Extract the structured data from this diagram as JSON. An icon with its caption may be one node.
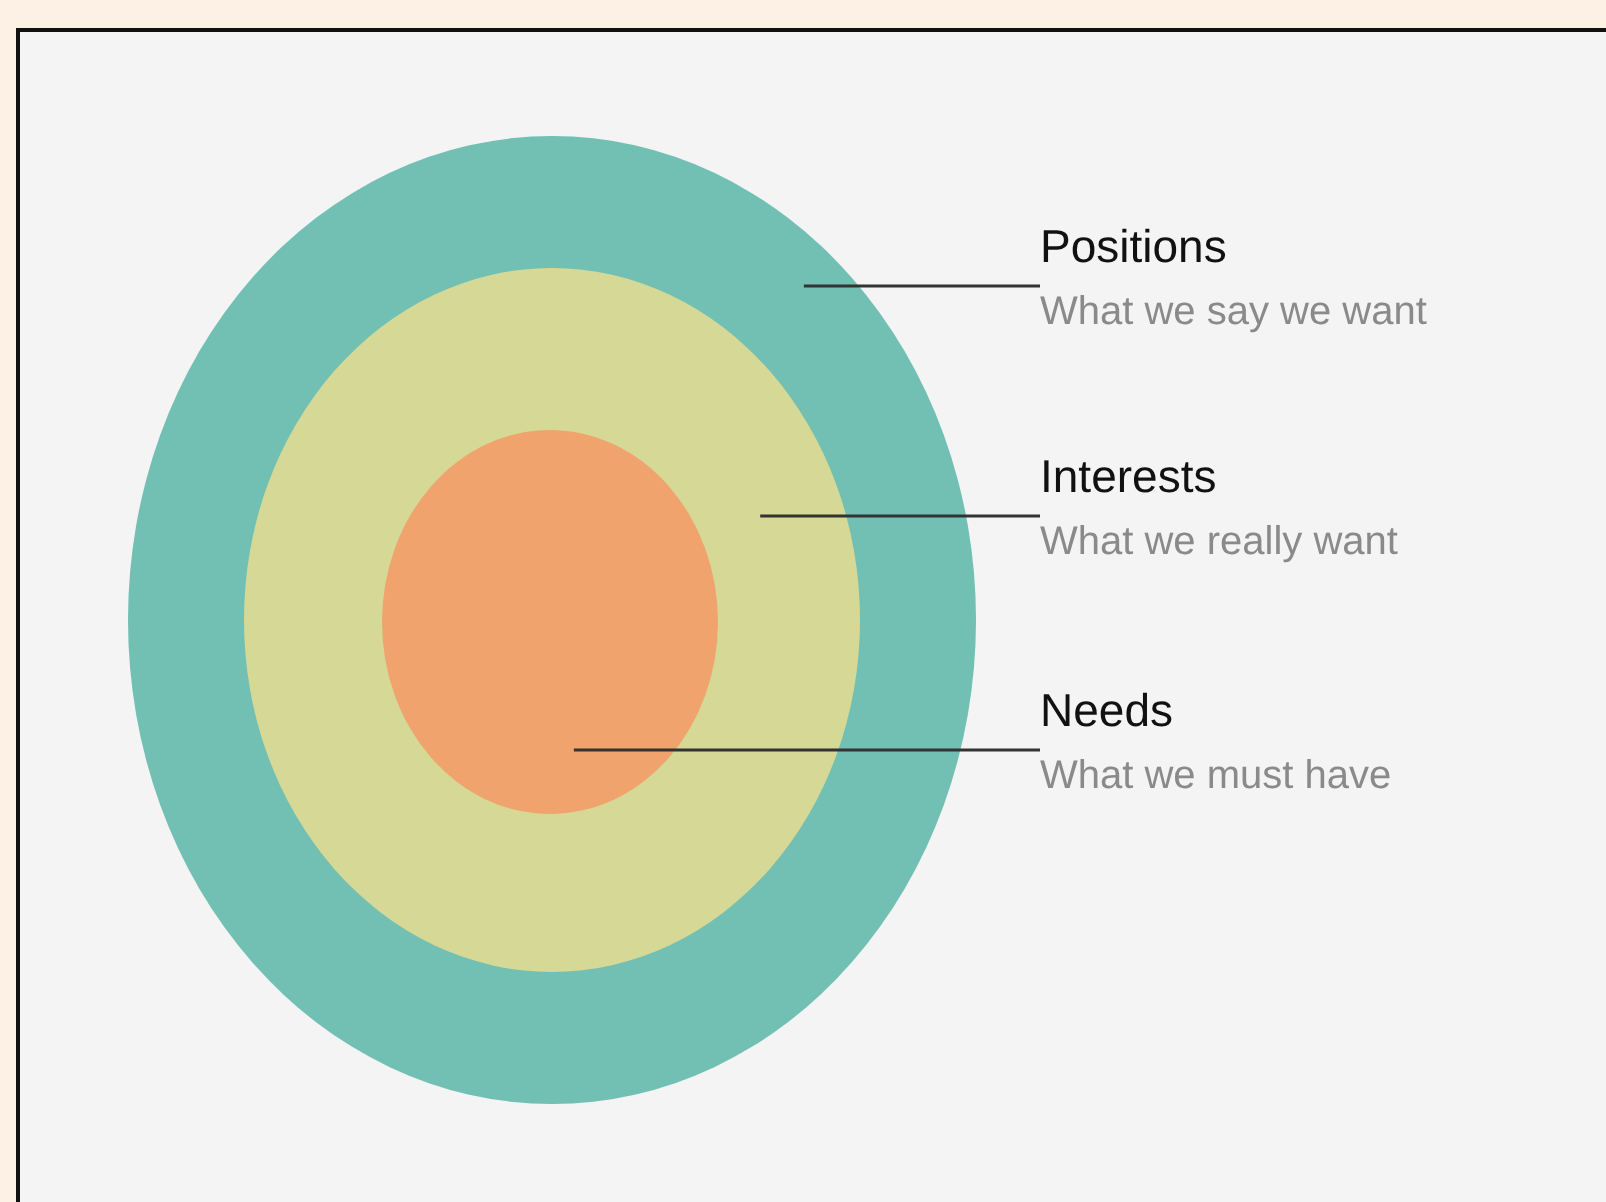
{
  "diagram": {
    "nodes": [
      {
        "text": [],
        "shape": "circle"
      },
      {
        "text": [],
        "shape": "circle",
        "in": 0
      },
      {
        "text": [],
        "shape": "circle",
        "in": 1
      },
      {
        "text": [
          "Positions",
          "What we say we want"
        ]
      },
      {
        "text": [
          "Interests",
          "What we really want"
        ]
      },
      {
        "text": [
          "Needs",
          "What we must have"
        ]
      }
    ],
    "edges": [
      {
        "from": 3,
        "to": 0,
        "arrow": "none"
      },
      {
        "from": 4,
        "to": 1,
        "arrow": "none"
      },
      {
        "from": 5,
        "to": 2,
        "arrow": "none"
      }
    ]
  }
}
